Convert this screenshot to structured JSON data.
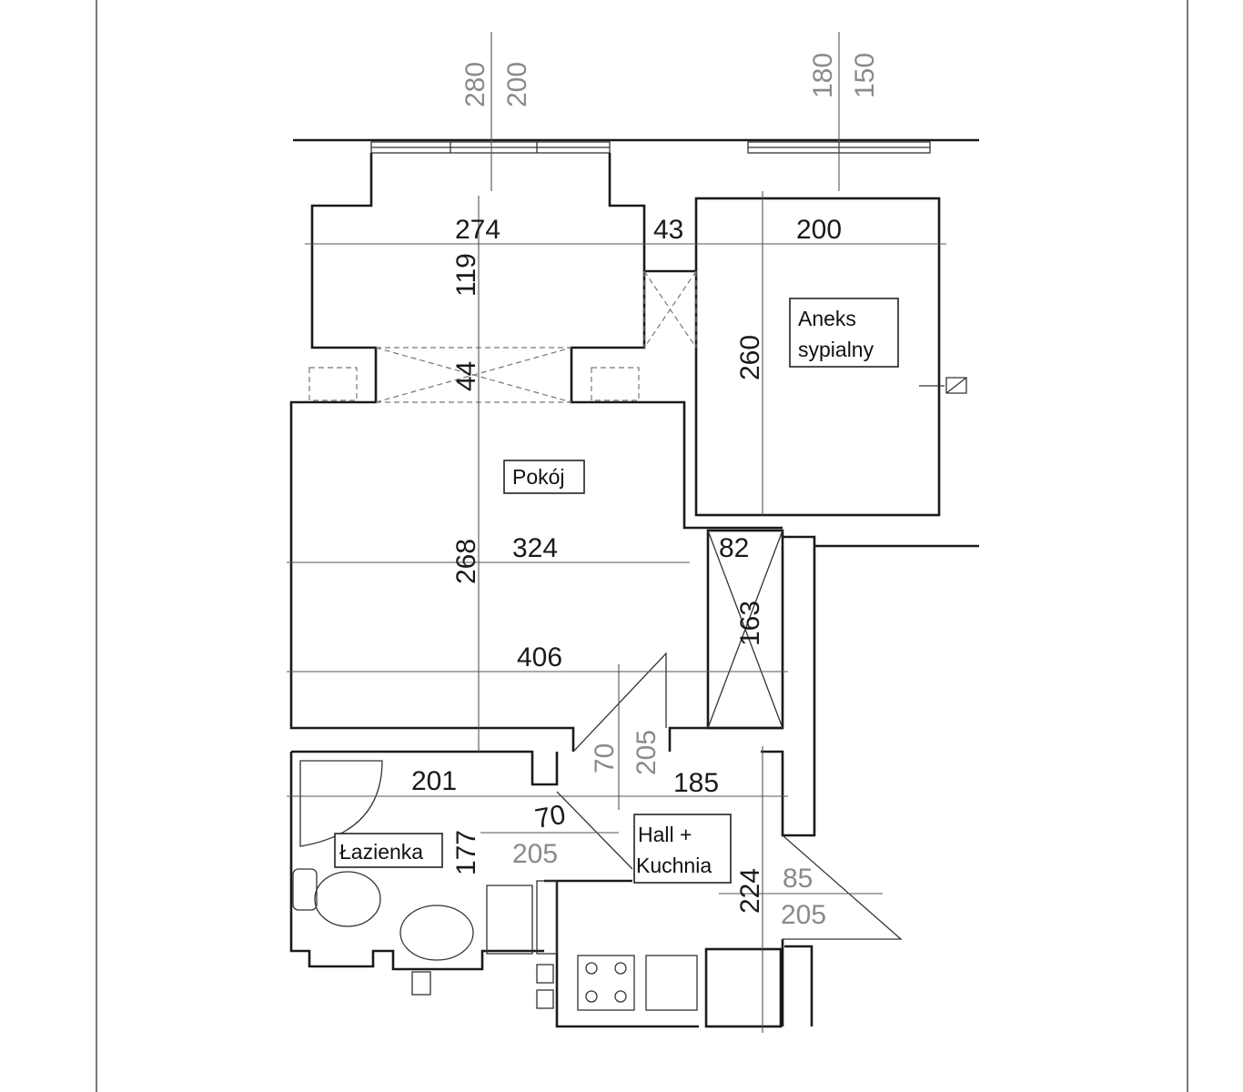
{
  "rooms": {
    "aneks_line1": "Aneks",
    "aneks_line2": "sypialny",
    "pokoj": "Pokój",
    "lazienka": "Łazienka",
    "hall_line1": "Hall +",
    "hall_line2": "Kuchnia"
  },
  "dimensions": {
    "window_left_top": "280",
    "window_left_bottom": "200",
    "window_right_top": "180",
    "window_right_bottom": "150",
    "bay_width": "274",
    "pier": "43",
    "aneks_width": "200",
    "bay_depth": "119",
    "aneks_depth": "260",
    "opening": "44",
    "pokoj_depth": "268",
    "pokoj_width_upper": "324",
    "closet_width": "82",
    "closet_depth": "163",
    "pokoj_width_lower": "406",
    "door_pokoj_width": "70",
    "door_pokoj_height": "205",
    "bath_width": "201",
    "hall_width": "185",
    "door_bath_width": "70",
    "door_bath_height": "205",
    "bath_depth": "177",
    "hall_depth": "224",
    "door_entry_width": "85",
    "door_entry_height": "205"
  }
}
